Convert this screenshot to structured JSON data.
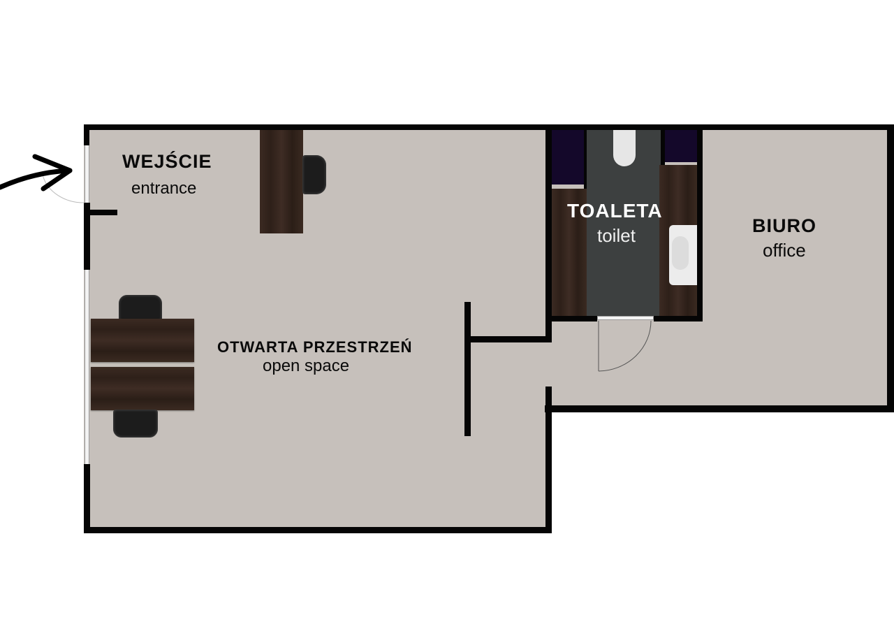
{
  "plan": {
    "colors": {
      "floor": "#c6c0bb",
      "wall": "#050505",
      "wood": "#33241c",
      "tile": "#3d4040",
      "storage": "#14082a",
      "fixture": "#e8e8e8"
    },
    "rooms": {
      "entrance": {
        "label_pl": "WEJŚCIE",
        "label_en": "entrance"
      },
      "open_space": {
        "label_pl": "OTWARTA PRZESTRZEŃ",
        "label_en": "open space"
      },
      "toilet": {
        "label_pl": "TOALETA",
        "label_en": "toilet"
      },
      "office": {
        "label_pl": "BIURO",
        "label_en": "office"
      }
    },
    "icons": [
      "entrance-arrow-icon",
      "door-swing-icon",
      "desk-icon",
      "chair-icon",
      "toilet-bowl-icon",
      "sink-icon",
      "window-icon"
    ]
  }
}
